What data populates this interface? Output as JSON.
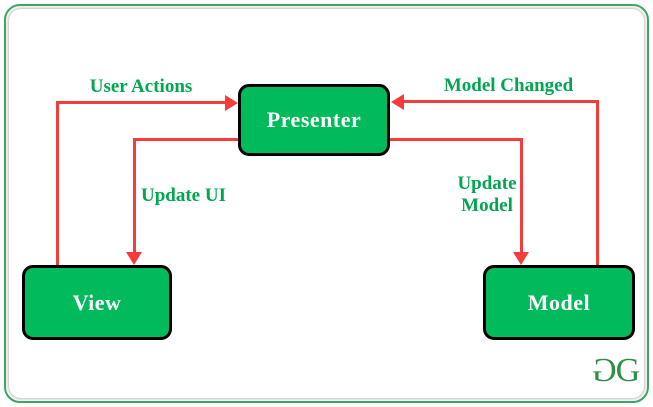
{
  "diagram": {
    "nodes": [
      {
        "id": "presenter",
        "label": "Presenter"
      },
      {
        "id": "view",
        "label": "View"
      },
      {
        "id": "model",
        "label": "Model"
      }
    ],
    "edges": [
      {
        "id": "user-actions",
        "label": "User Actions",
        "from": "view",
        "to": "presenter"
      },
      {
        "id": "update-ui",
        "label": "Update UI",
        "from": "presenter",
        "to": "view"
      },
      {
        "id": "model-changed",
        "label": "Model Changed",
        "from": "model",
        "to": "presenter"
      },
      {
        "id": "update-model",
        "label": "Update Model",
        "from": "presenter",
        "to": "model"
      }
    ],
    "colors": {
      "node_fill": "#00ba5c",
      "node_border": "#000000",
      "node_text": "#ffffff",
      "edge_line": "#f43b3e",
      "edge_label": "#00a651",
      "frame_border": "#3ca666",
      "logo": "#2f8d46"
    }
  },
  "branding": {
    "logo_letter_reversed": "G",
    "logo_letter": "G"
  }
}
